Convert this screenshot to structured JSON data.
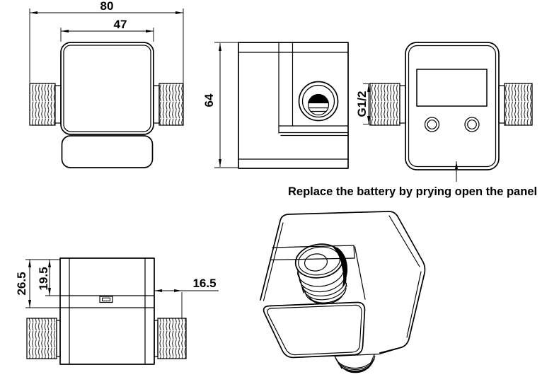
{
  "drawing": {
    "background": "#ffffff",
    "line_color": "#000000",
    "caption": "Replace the battery by prying open the panel",
    "dimensions": {
      "overall_width": "80",
      "body_width": "47",
      "body_height": "64",
      "thread_size": "G1/2",
      "top_depth_total": "26.5",
      "top_depth_inner": "19.5",
      "thread_length": "16.5"
    }
  }
}
